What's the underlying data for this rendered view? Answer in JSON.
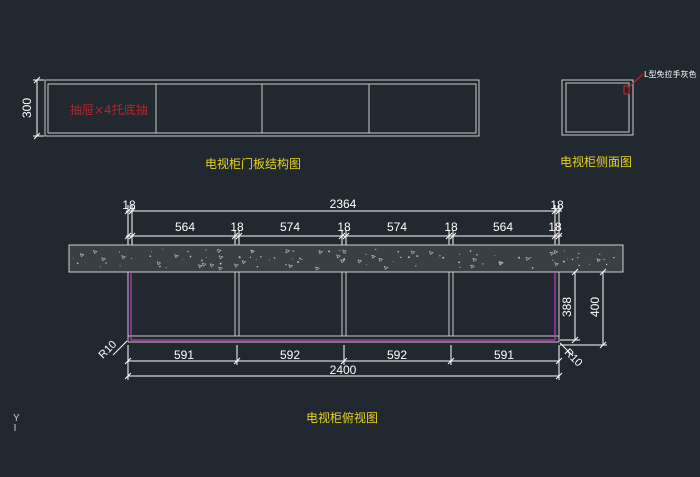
{
  "colors": {
    "background": "#212830",
    "outline": "#c9c9c9",
    "title_text": "#e6d21e",
    "dimension": "#ffffff",
    "drawer_note": "#b0262e",
    "magenta_edge": "#c83cc8",
    "marker_red": "#d8242a",
    "stone_fill": "#3a3f45"
  },
  "views": {
    "door_panel": {
      "title": "电视柜门板结构图",
      "height_dim": "300",
      "drawer_note": "抽屉×4托底抽"
    },
    "side": {
      "title": "电视柜侧面图",
      "handle_note": "L型免拉手灰色"
    },
    "top": {
      "title": "电视柜俯视图",
      "top_dims": {
        "total": "2364",
        "gaps": [
          "18",
          "18",
          "18",
          "18",
          "18"
        ],
        "widths": [
          "564",
          "574",
          "574",
          "564"
        ]
      },
      "right_dims": {
        "inner": "388",
        "outer": "400"
      },
      "bottom_dims": {
        "segments": [
          "591",
          "592",
          "592",
          "591"
        ],
        "total": "2400"
      },
      "radius_left": "R10",
      "radius_right": "R10"
    }
  },
  "ucs_label": "Y"
}
